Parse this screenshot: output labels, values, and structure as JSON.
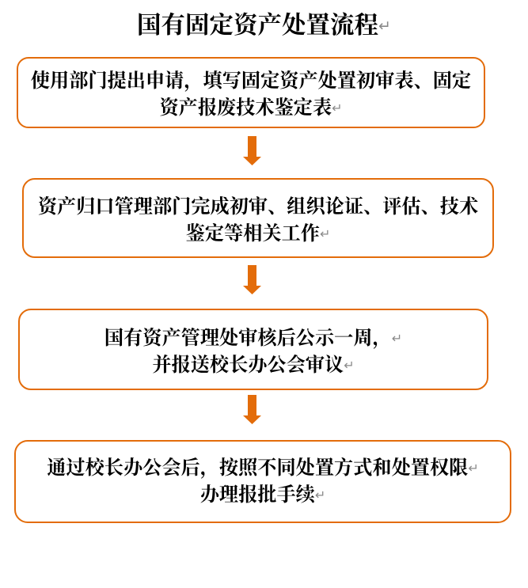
{
  "title": {
    "text": "国有固定资产处置流程",
    "return_mark": "↵"
  },
  "flow": {
    "steps": [
      {
        "lines": [
          {
            "text": "使用部门提出申请，填写固定资产处置初审表、固定"
          },
          {
            "text": "资产报废技术鉴定表",
            "mark": "↵"
          }
        ]
      },
      {
        "lines": [
          {
            "text": "资产归口管理部门完成初审、组织论证、评估、技术"
          },
          {
            "text": "鉴定等相关工作",
            "mark": "↵"
          }
        ]
      },
      {
        "lines": [
          {
            "text": "国有资产管理处审核后公示一周，",
            "mark": "↵"
          },
          {
            "text": "并报送校长办公会审议",
            "mark": "↵"
          }
        ]
      },
      {
        "lines": [
          {
            "text": "通过校长办公会后，按照不同处置方式和处置权限",
            "mark": "↵"
          },
          {
            "text": "办理报批手续",
            "mark": "↵"
          }
        ]
      }
    ]
  },
  "colors": {
    "accent_orange": "#e36c0a",
    "mark_gray": "#8a8a8a",
    "text_black": "#000000",
    "paper_white": "#ffffff"
  }
}
